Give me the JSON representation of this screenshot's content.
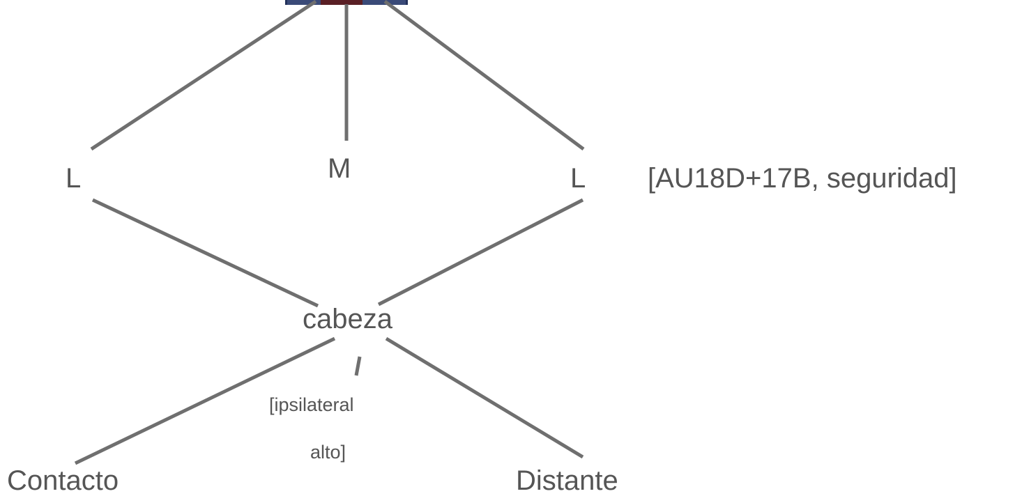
{
  "nodes": {
    "left": "L",
    "middle": "M",
    "right": "L",
    "annotation": "[AU18D+17B, seguridad]",
    "center": "cabeza",
    "sub_note_line1": "[ipsilateral",
    "sub_note_line2": "alto]",
    "bottom_left": "Contacto",
    "bottom_right": "Distante"
  },
  "colors": {
    "line": "#6f6f6f",
    "text": "#555555"
  }
}
